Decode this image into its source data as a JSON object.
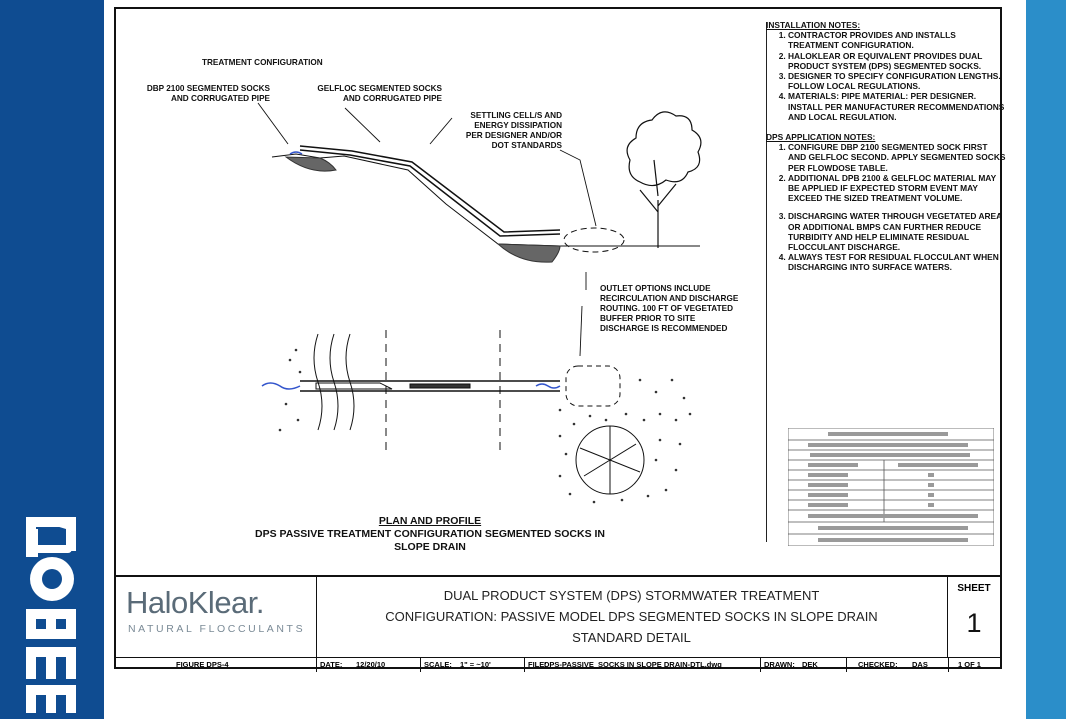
{
  "brand": {
    "name": "DOBER"
  },
  "drawing": {
    "treatment_configuration": "TREATMENT CONFIGURATION",
    "label_dbp": [
      "DBP 2100 SEGMENTED SOCKS",
      "AND CORRUGATED PIPE"
    ],
    "label_gelfloc": [
      "GELFLOC SEGMENTED SOCKS",
      "AND CORRUGATED PIPE"
    ],
    "label_settling": [
      "SETTLING CELL/S AND",
      "ENERGY DISSIPATION",
      "PER DESIGNER AND/OR",
      "DOT STANDARDS"
    ],
    "label_outlet": [
      "OUTLET OPTIONS INCLUDE",
      "RECIRCULATION AND DISCHARGE",
      "ROUTING. 100 FT OF VEGETATED",
      "BUFFER PRIOR TO SITE",
      "DISCHARGE IS RECOMMENDED"
    ],
    "caption_line1": "PLAN AND PROFILE",
    "caption_line2": "DPS PASSIVE TREATMENT CONFIGURATION SEGMENTED SOCKS IN",
    "caption_line3": "SLOPE DRAIN"
  },
  "installation_notes": {
    "heading": "INSTALLATION NOTES:",
    "items": [
      "CONTRACTOR PROVIDES AND INSTALLS TREATMENT CONFIGURATION.",
      "HALOKLEAR OR EQUIVALENT PROVIDES DUAL PRODUCT SYSTEM (DPS) SEGMENTED SOCKS.",
      "DESIGNER TO SPECIFY CONFIGURATION LENGTHS. FOLLOW LOCAL REGULATIONS.",
      "MATERIALS: PIPE MATERIAL: PER DESIGNER. INSTALL PER MANUFACTURER RECOMMENDATIONS AND LOCAL REGULATION."
    ]
  },
  "dps_notes": {
    "heading": "DPS APPLICATION NOTES:",
    "items": [
      "CONFIGURE DBP 2100 SEGMENTED SOCK FIRST AND GELFLOC SECOND. APPLY SEGMENTED SOCKS PER FLOWDOSE TABLE.",
      "ADDITIONAL DPB 2100 & GELFLOC MATERIAL MAY BE APPLIED IF EXPECTED STORM EVENT MAY EXCEED THE SIZED TREATMENT VOLUME.",
      "DISCHARGING WATER THROUGH VEGETATED AREA OR ADDITIONAL BMPS CAN FURTHER REDUCE TURBIDITY AND HELP ELIMINATE RESIDUAL FLOCCULANT DISCHARGE.",
      "ALWAYS TEST FOR RESIDUAL FLOCCULANT WHEN DISCHARGING INTO SURFACE WATERS."
    ]
  },
  "title_block": {
    "logo_main": "HaloKlear.",
    "logo_sub": "NATURAL FLOCCULANTS",
    "title_line1": "DUAL PRODUCT SYSTEM (DPS) STORMWATER TREATMENT",
    "title_line2": "CONFIGURATION: PASSIVE MODEL DPS SEGMENTED SOCKS IN SLOPE DRAIN",
    "title_line3": "STANDARD DETAIL",
    "sheet_label": "SHEET",
    "sheet_number": "1",
    "figure": "FIGURE DPS-4",
    "date_label": "DATE:",
    "date": "12/20/10",
    "scale_label": "SCALE:",
    "scale": "1\" = ~10'",
    "file_label": "FILE:",
    "file": "DPS-PASSIVE_SOCKS IN SLOPE DRAIN-DTL.dwg",
    "drawn_label": "DRAWN:",
    "drawn": "DEK",
    "checked_label": "CHECKED:",
    "checked": "DAS",
    "sheet_of": "1 OF 1"
  },
  "colors": {
    "left_band": "#0f4c91",
    "right_band": "#2b8ec9",
    "water": "#3355cc"
  }
}
